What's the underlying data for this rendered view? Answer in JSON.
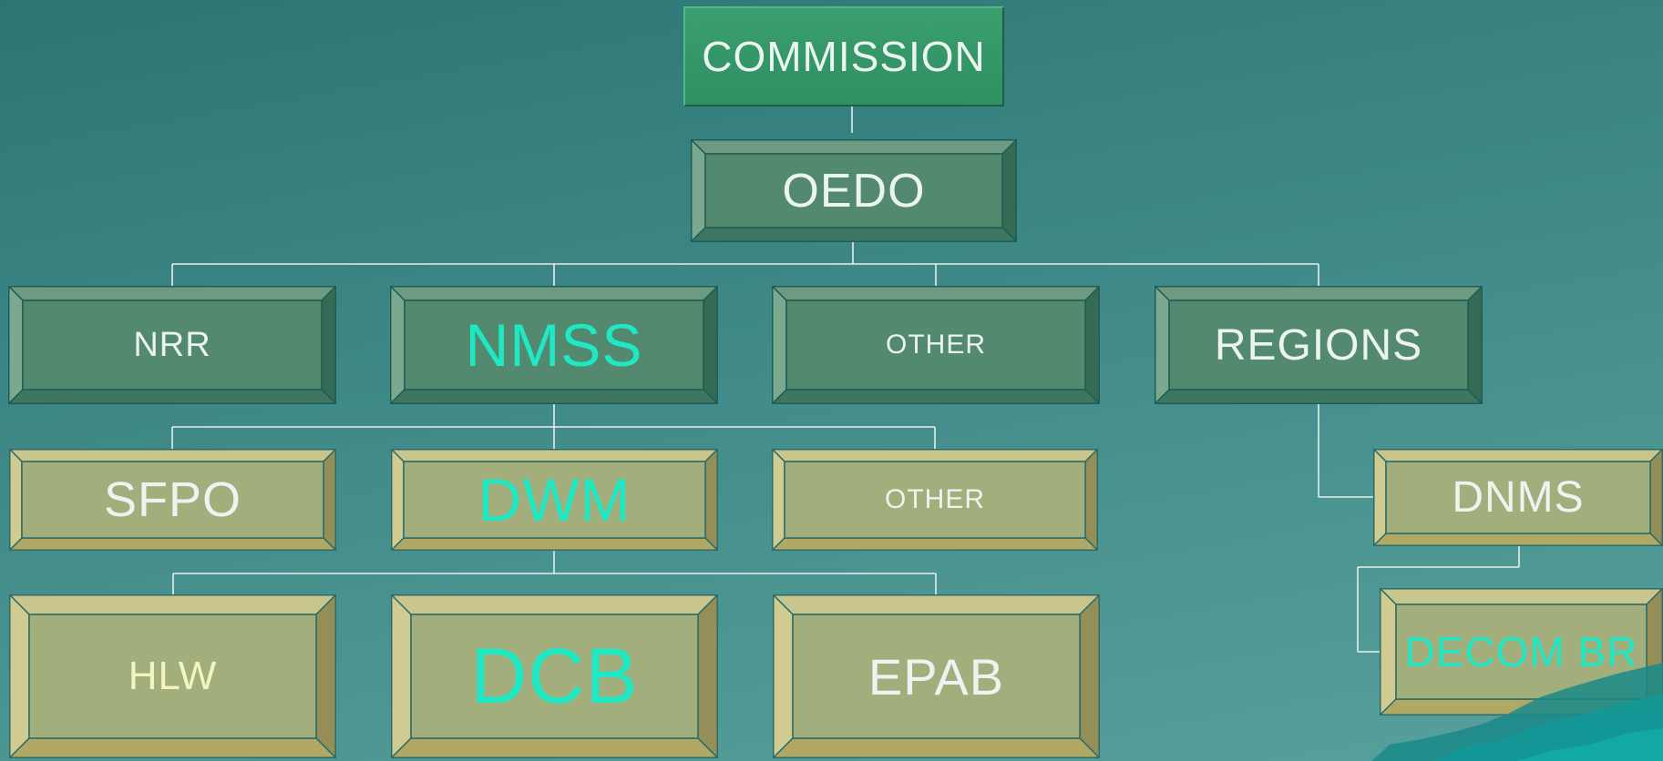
{
  "chart_nodes": {
    "commission": "COMMISSION",
    "oedo": "OEDO",
    "nrr": "NRR",
    "nmss": "NMSS",
    "other_1": "OTHER",
    "regions": "REGIONS",
    "sfpo": "SFPO",
    "dwm": "DWM",
    "other_2": "OTHER",
    "dnms": "DNMS",
    "hlw": "HLW",
    "dcb": "DCB",
    "epab": "EPAB",
    "decom_br": "DECOM BR"
  },
  "colors": {
    "background": "#3f8a89",
    "green_box": "#52896f",
    "olive_box": "#a2ae7b",
    "highlight_text": "#1fe8c4",
    "text": "#ecf4f0",
    "connector": "#e6efec"
  }
}
